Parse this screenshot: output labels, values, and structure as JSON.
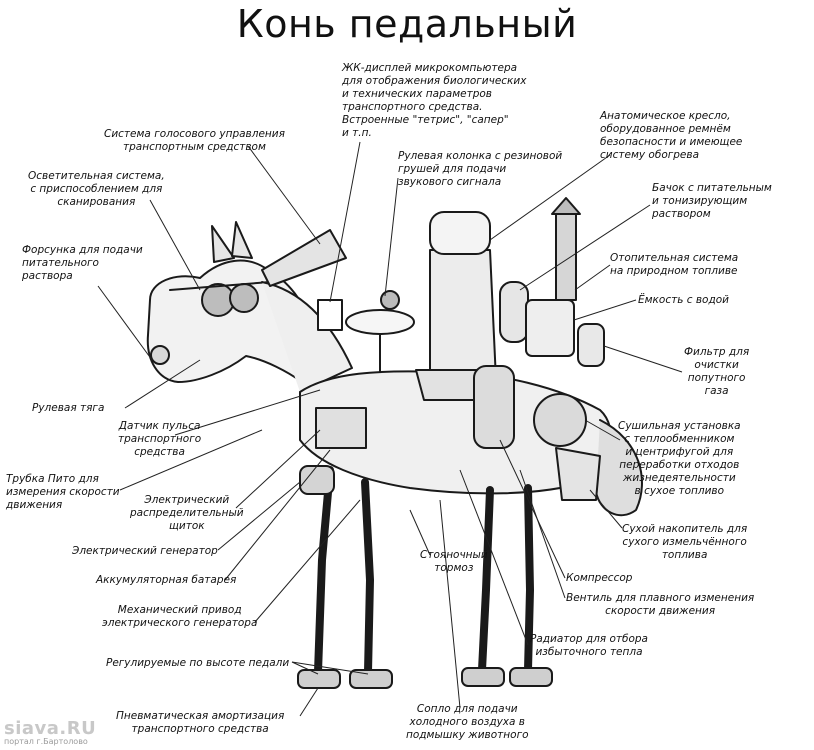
{
  "title": "Конь педальный",
  "labels": {
    "lcd": "ЖК-дисплей микрокомпьютера\nдля отображения биологических\nи технических параметров\nтранспортного средства.\nВстроенные \"тетрис\", \"сапер\"\nи т.п.",
    "voice": "Система голосового управления\nтранспортным средством",
    "lighting": "Осветительная система,\nс приспособлением для\nсканирования",
    "injector": "Форсунка для подачи\nпитательного\nраствора",
    "steering_column": "Рулевая колонка с резиновой\nгрушей для подачи\nзвукового сигнала",
    "seat": "Анатомическое кресло,\nоборудованное ремнём\nбезопасности и имеющее\nсистему обогрева",
    "tank": "Бачок с питательным\nи тонизирующим\nраствором",
    "heating": "Отопительная система\nна природном топливе",
    "water": "Ёмкость с водой",
    "filter": "Фильтр для\nочистки\nпопутного\nгаза",
    "dryer": "Сушильная установка\nс теплообменником\nи центрифугой для\nпереработки отходов\nжизнедеятельности\nв сухое топливо",
    "steering_rod": "Рулевая тяга",
    "pulse": "Датчик пульса\nтранспортного\nсредства",
    "pitot": "Трубка Пито для\nизмерения скорости\nдвижения",
    "switchboard": "Электрический\nраспределительный\nщиток",
    "generator": "Электрический генератор",
    "accumulator": "Сухой накопитель для\nсухого измельчённого\nтоплива",
    "battery": "Аккумуляторная батарея",
    "parking_brake": "Стояночный\nтормоз",
    "compressor": "Компрессор",
    "mech_drive": "Механический привод\nэлектрического генератора",
    "valve": "Вентиль для плавного изменения\nскорости движения",
    "radiator": "Радиатор для отбора\nизбыточного тепла",
    "pedals": "Регулируемые по высоте педали",
    "pneumatic": "Пневматическая амортизация\nтранспортного средства",
    "nozzle": "Сопло для подачи\nхолодного воздуха в\nподмышку животного"
  },
  "watermark": {
    "logo": "siava.RU",
    "subtitle": "портал г.Бартолово"
  },
  "colors": {
    "ink": "#111111",
    "background": "#ffffff",
    "watermark": "#c8c8c8"
  }
}
